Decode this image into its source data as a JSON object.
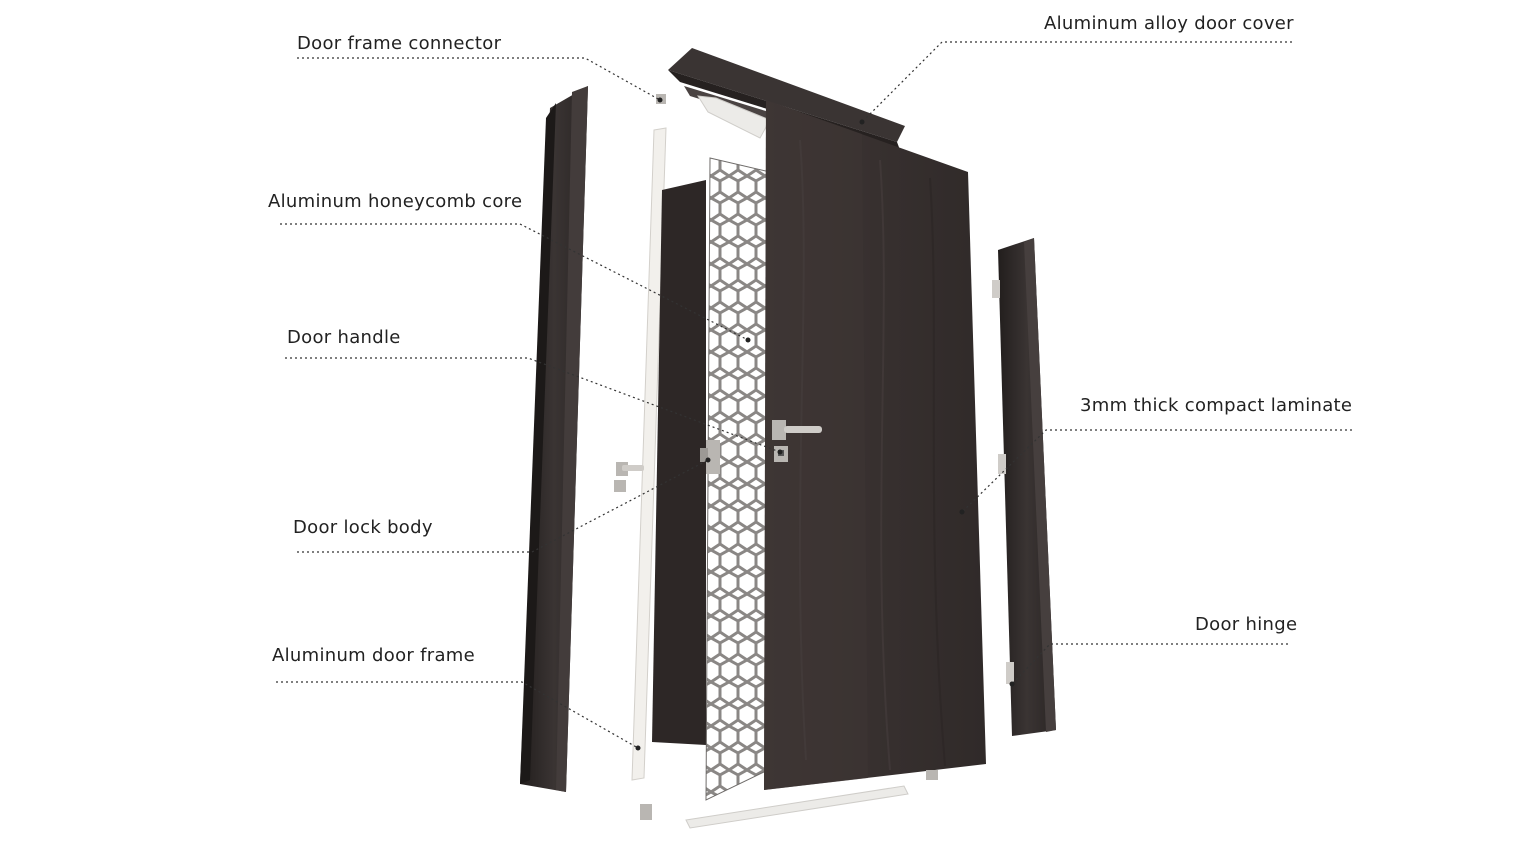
{
  "labels": {
    "door_frame_connector": "Door frame connector",
    "aluminum_alloy_door_cover": "Aluminum alloy door cover",
    "aluminum_honeycomb_core": "Aluminum honeycomb core",
    "door_handle": "Door handle",
    "compact_laminate": "3mm thick compact laminate",
    "door_lock_body": "Door lock body",
    "door_hinge": "Door hinge",
    "aluminum_door_frame": "Aluminum door frame"
  },
  "colors": {
    "background": "#ffffff",
    "label_text": "#222222",
    "leader_line": "#333333",
    "door_panel": "#3b3433",
    "door_panel_dark": "#2c2625",
    "frame_dark": "#2f2b2a",
    "inner_frame": "#f2f0ec",
    "honeycomb": "#8a8785",
    "hardware": "#b9b6b2"
  }
}
